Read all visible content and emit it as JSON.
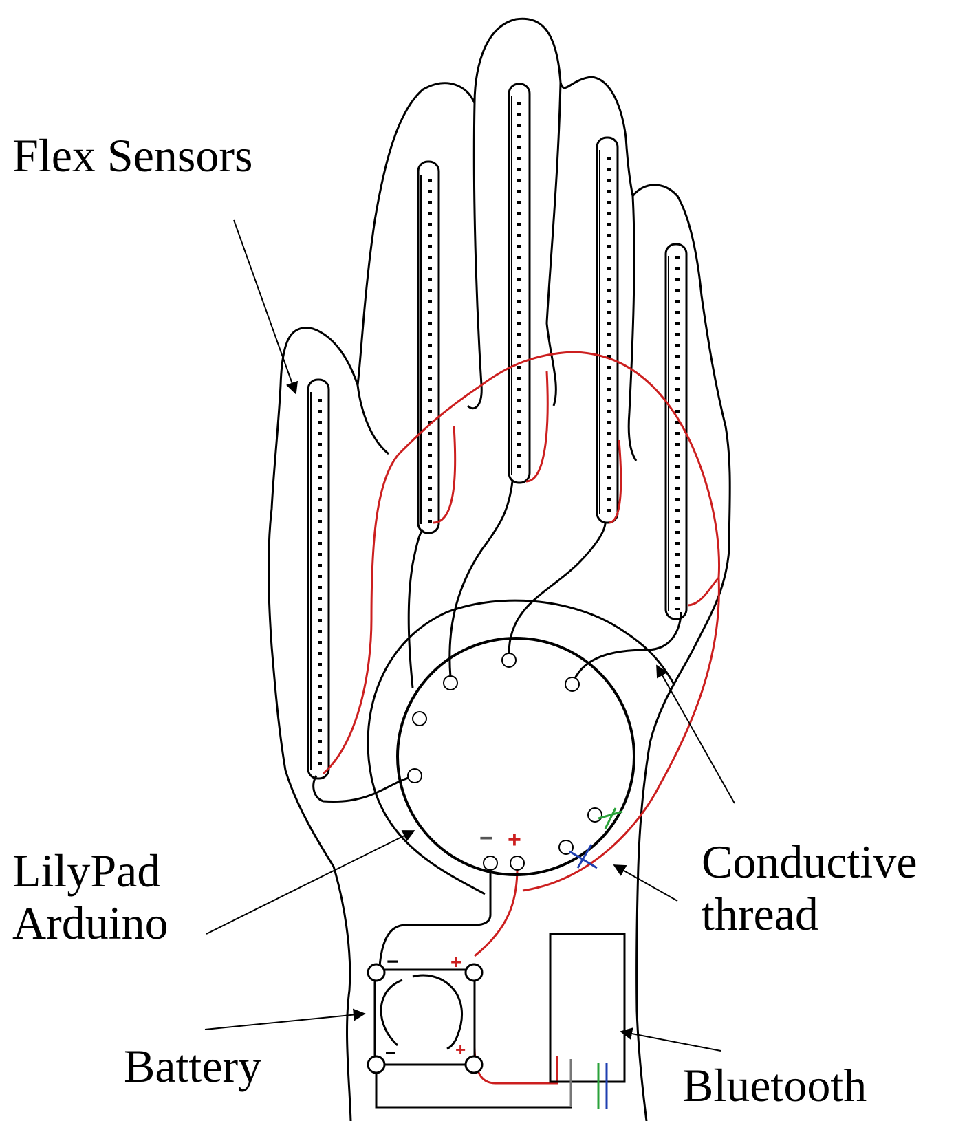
{
  "labels": {
    "flex_sensors": "Flex Sensors",
    "lilypad_line1": "LilyPad",
    "lilypad_line2": "Arduino",
    "conductive_line1": "Conductive",
    "conductive_line2": "thread",
    "battery": "Battery",
    "bluetooth": "Bluetooth"
  },
  "polarity_marks": {
    "board_minus": "−",
    "board_plus": "+",
    "battery_top_minus": "−",
    "battery_top_plus": "+",
    "battery_bottom_minus": "−",
    "battery_bottom_plus": "+"
  },
  "colors": {
    "outline": "#000000",
    "power_wire": "#cc1f1f",
    "tx_wire": "#2aa23a",
    "rx_wire": "#1f3fb0"
  }
}
